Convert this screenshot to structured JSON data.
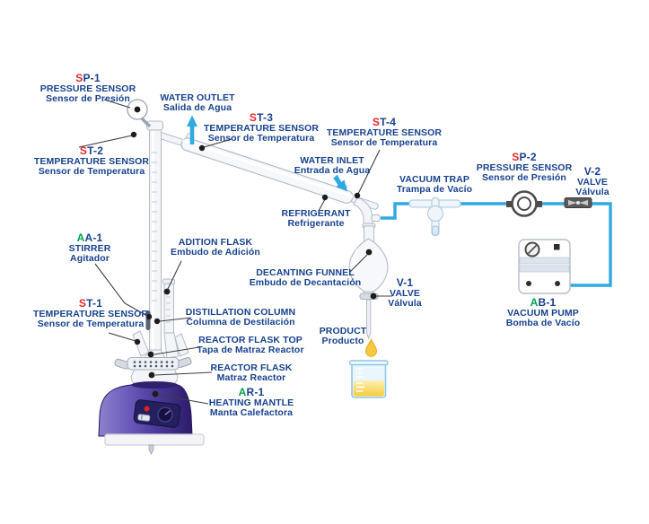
{
  "colors": {
    "label_blue": "#17418f",
    "accent_red": "#e8262a",
    "accent_green": "#00a14b",
    "tube_cyan": "#2fa9e1",
    "mantle_purple": "#4c3a9a",
    "product_yellow": "#f6cf3e"
  },
  "labels": {
    "sp1": {
      "id_prefix": "S",
      "id_rest": "P-1",
      "en": "PRESSURE SENSOR",
      "es": "Sensor de Presión"
    },
    "water_outlet": {
      "en": "WATER OUTLET",
      "es": "Salida de Agua"
    },
    "st2": {
      "id_prefix": "S",
      "id_rest": "T-2",
      "en": "TEMPERATURE SENSOR",
      "es": "Sensor de Temperatura"
    },
    "st3": {
      "id_prefix": "S",
      "id_rest": "T-3",
      "en": "TEMPERATURE SENSOR",
      "es": "Sensor de Temperatura"
    },
    "st4": {
      "id_prefix": "S",
      "id_rest": "T-4",
      "en": "TEMPERATURE SENSOR",
      "es": "Sensor de Temperatura"
    },
    "water_inlet": {
      "en": "WATER INLET",
      "es": "Entrada de Agua"
    },
    "vacuum_trap": {
      "en": "VACUUM TRAP",
      "es": "Trampa de Vacío"
    },
    "sp2": {
      "id_prefix": "S",
      "id_rest": "P-2",
      "en": "PRESSURE SENSOR",
      "es": "Sensor de Presión"
    },
    "v2": {
      "id_rest": "V-2",
      "en": "VALVE",
      "es": "Válvula"
    },
    "refrigerant": {
      "en": "REFRIGERANT",
      "es": "Refrigerante"
    },
    "decanting_funnel": {
      "en": "DECANTING FUNNEL",
      "es": "Embudo de Decantación"
    },
    "v1": {
      "id_rest": "V-1",
      "en": "VALVE",
      "es": "Válvula"
    },
    "adition_flask": {
      "en": "ADITION FLASK",
      "es": "Embudo de Adición"
    },
    "distillation_column": {
      "en": "DISTILLATION COLUMN",
      "es": "Columna de Destilación"
    },
    "aa1": {
      "id_prefix": "A",
      "id_rest": "A-1",
      "en": "STIRRER",
      "es": "Agitador"
    },
    "st1": {
      "id_prefix": "S",
      "id_rest": "T-1",
      "en": "TEMPERATURE SENSOR",
      "es": "Sensor de Temperatura"
    },
    "reactor_flask_top": {
      "en": "REACTOR FLASK TOP",
      "es": "Tapa de Matraz Reactor"
    },
    "reactor_flask": {
      "en": "REACTOR FLASK",
      "es": "Matraz Reactor"
    },
    "ar1": {
      "id_prefix": "A",
      "id_rest": "R-1",
      "en": "HEATING MANTLE",
      "es": "Manta Calefactora"
    },
    "product": {
      "en": "PRODUCT",
      "es": "Producto"
    },
    "ab1": {
      "id_prefix": "A",
      "id_rest": "B-1",
      "en": "VACUUM PUMP",
      "es": "Bomba de Vacío"
    }
  }
}
